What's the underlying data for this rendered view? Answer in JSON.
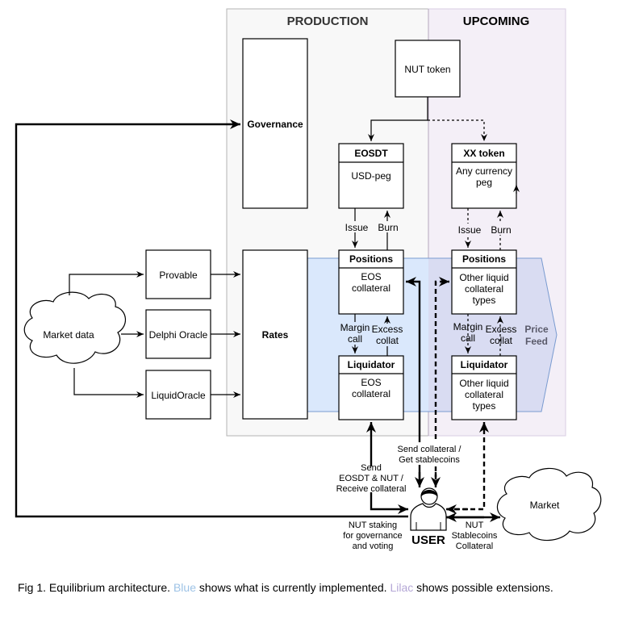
{
  "sections": {
    "production": "PRODUCTION",
    "upcoming": "UPCOMING"
  },
  "colors": {
    "production_bg": "#f8f8f8",
    "upcoming_bg": "#f4eff7",
    "price_feed_blue": "#dae8fc",
    "price_feed_overlap": "#d9dcf2",
    "caption_blue": "#9ec3e6",
    "caption_lilac": "#b4a7d6"
  },
  "nodes": {
    "governance": "Governance",
    "nut_token": "NUT token",
    "rates": "Rates",
    "provable": "Provable",
    "delphi_oracle": "Delphi Oracle",
    "liquid_oracle": "LiquidOracle",
    "market_data": "Market data",
    "market": "Market",
    "eosdt": {
      "title": "EOSDT",
      "body": "USD-peg"
    },
    "xx_token": {
      "title": "XX token",
      "body_line1": "Any currency",
      "body_line2": "peg"
    },
    "positions_prod": {
      "title": "Positions",
      "body_line1": "EOS",
      "body_line2": "collateral"
    },
    "positions_upc": {
      "title": "Positions",
      "body_line1": "Other liquid",
      "body_line2": "collateral",
      "body_line3": "types"
    },
    "liquidator_prod": {
      "title": "Liquidator",
      "body_line1": "EOS",
      "body_line2": "collateral"
    },
    "liquidator_upc": {
      "title": "Liquidator",
      "body_line1": "Other liquid",
      "body_line2": "collateral",
      "body_line3": "types"
    },
    "price_feed": {
      "line1": "Price",
      "line2": "Feed"
    },
    "user": "USER"
  },
  "edges": {
    "issue": "Issue",
    "burn": "Burn",
    "margin_call": {
      "line1": "Margin",
      "line2": "call"
    },
    "excess_collat": {
      "line1": "Excess",
      "line2": "collat"
    },
    "send_collateral": {
      "line1": "Send collateral /",
      "line2": "Get stablecoins"
    },
    "send_eosdt": {
      "line1": "Send",
      "line2": "EOSDT & NUT /",
      "line3": "Receive collateral"
    },
    "nut_staking": {
      "line1": "NUT staking",
      "line2": "for governance",
      "line3": "and voting"
    },
    "market_flow": {
      "line1": "NUT",
      "line2": "Stablecoins",
      "line3": "Collateral"
    }
  },
  "caption": {
    "prefix": "Fig 1. Equilibrium architecture. ",
    "blue_word": "Blue",
    "middle": " shows what is currently implemented. ",
    "lilac_word": "Lilac",
    "suffix": " shows possible extensions."
  }
}
